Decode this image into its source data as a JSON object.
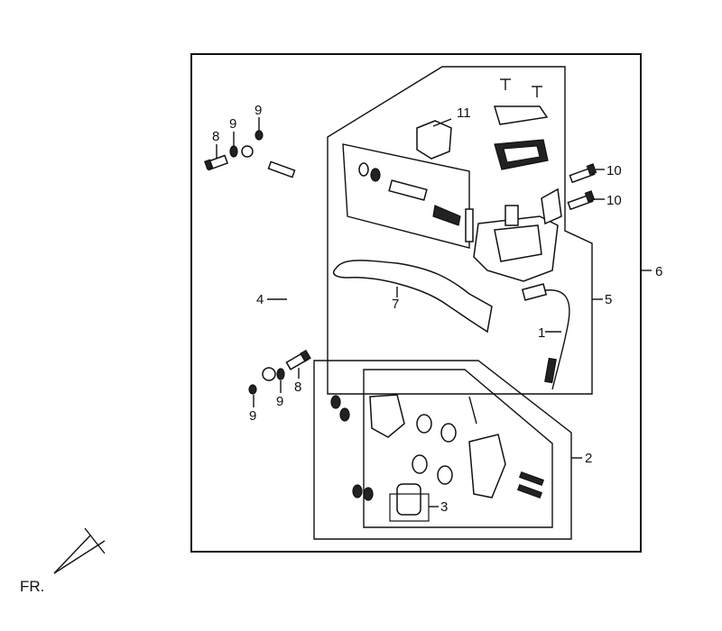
{
  "labels": {
    "p1": "1",
    "p2": "2",
    "p3": "3",
    "p4": "4",
    "p5": "5",
    "p6": "6",
    "p7": "7",
    "p8a": "8",
    "p8b": "8",
    "p9a": "9",
    "p9b": "9",
    "p9c": "9",
    "p9d": "9",
    "p10a": "10",
    "p10b": "10",
    "p11": "11"
  },
  "direction": "FR."
}
